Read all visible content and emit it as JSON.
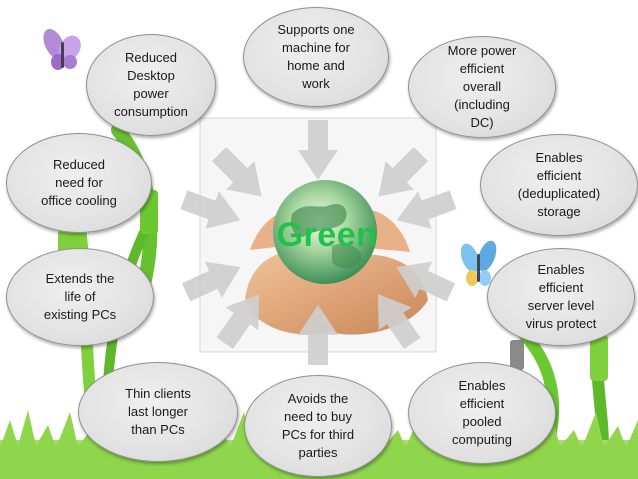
{
  "center": {
    "label": "Green"
  },
  "bubbles": [
    {
      "id": "top-left",
      "text": "Reduced\nDesktop\npower\nconsumption"
    },
    {
      "id": "top",
      "text": "Supports one\nmachine for\nhome and\nwork"
    },
    {
      "id": "top-right",
      "text": "More power\nefficient\noverall\n(including\nDC)"
    },
    {
      "id": "left-upper",
      "text": "Reduced\nneed for\noffice cooling"
    },
    {
      "id": "right-upper",
      "text": "Enables\nefficient\n(deduplicated)\nstorage"
    },
    {
      "id": "left-lower",
      "text": "Extends the\nlife of\nexisting PCs"
    },
    {
      "id": "right-lower",
      "text": "Enables\nefficient\nserver level\nvirus protect"
    },
    {
      "id": "bottom-left",
      "text": "Thin clients\nlast longer\nthan PCs"
    },
    {
      "id": "bottom",
      "text": "Avoids the\nneed to buy\nPCs for third\nparties"
    },
    {
      "id": "bottom-right",
      "text": "Enables\nefficient\npooled\ncomputing"
    }
  ],
  "colors": {
    "bubble_fill": "#e4e4e4",
    "bubble_border": "#8f8f8f",
    "arrow_fill": "#cfcfcf",
    "center_text": "#1fc24a",
    "grass": "#7fcf3a"
  },
  "decorations": {
    "butterflies": [
      "purple-butterfly-icon",
      "blue-butterfly-icon"
    ],
    "plants": [
      "green-stem-left",
      "green-stem-right",
      "grass-strip"
    ],
    "center_image": "hands-holding-globe"
  }
}
